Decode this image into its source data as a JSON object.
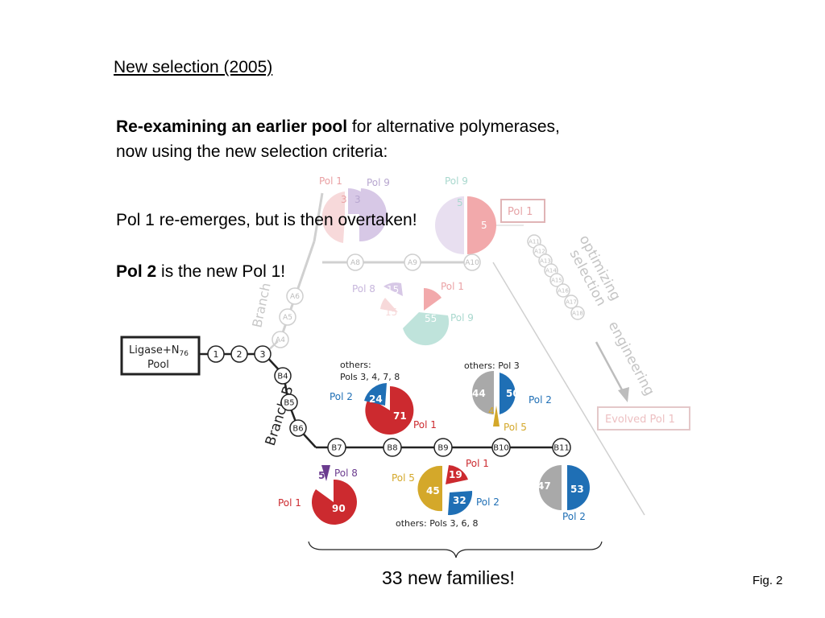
{
  "slide": {
    "title": "New selection (2005)",
    "intro_bold": "Re-examining an earlier pool",
    "intro_rest": " for alternative polymerases,",
    "intro_line2": "now using the new selection criteria:",
    "line1": "Pol 1 re-emerges, but is then overtaken!",
    "line2_bold": "Pol 2",
    "line2_rest": " is the new Pol 1!",
    "families": "33 new families!",
    "fig": "Fig. 2"
  },
  "diagram": {
    "pool_line1": "Ligase+N",
    "pool_sub": "76",
    "pool_line2": "Pool",
    "branch_a": "Branch",
    "branch_b": "Branch B",
    "optimizing": "optimizing",
    "selection": "selection",
    "engineering": "engineering",
    "pol1_box": "Pol 1",
    "evolved_box": "Evolved Pol 1",
    "trunk_nodes": [
      "1",
      "2",
      "3"
    ],
    "branch_b_nodes": [
      "B4",
      "B5",
      "B6"
    ],
    "bottom_nodes": [
      "B7",
      "B8",
      "B9",
      "B10",
      "B11"
    ],
    "branch_a_nodes": [
      "A4",
      "A5",
      "A6"
    ],
    "top_nodes": [
      "A8",
      "A9",
      "A10"
    ],
    "diag_nodes": [
      "A11",
      "A12",
      "A13",
      "A14",
      "A15",
      "A16",
      "A17",
      "A18"
    ],
    "pie_top1": {
      "pol1": "Pol 1",
      "pol9": "Pol 9",
      "v1": "3",
      "v2": "3"
    },
    "pie_top2": {
      "pol9": "Pol 9",
      "v1": "5",
      "v2": "5"
    },
    "pie_mid": {
      "pol8": "Pol 8",
      "pol1": "Pol 1",
      "pol9": "Pol 9",
      "v8": "15",
      "v1": "10",
      "v9": "55",
      "vx": "15"
    },
    "pie_b8": {
      "others": "others:",
      "others_list": "Pols 3, 4, 7, 8",
      "pol2": "Pol 2",
      "pol1": "Pol 1",
      "v2": "24",
      "v1": "71"
    },
    "pie_b10": {
      "others": "others: Pol 3",
      "pol2": "Pol 2",
      "pol5": "Pol 5",
      "v_others": "44",
      "v2": "50",
      "v5": "4"
    },
    "pie_b7": {
      "pol8": "Pol 8",
      "pol1": "Pol 1",
      "v8": "5",
      "v1": "90"
    },
    "pie_b9": {
      "pol1": "Pol 1",
      "pol5": "Pol 5",
      "pol2": "Pol 2",
      "v1": "19",
      "v5": "45",
      "v2": "32",
      "others": "others: Pols 3, 6, 8"
    },
    "pie_b11": {
      "pol2": "Pol 2",
      "v_others": "47",
      "v2": "53"
    }
  },
  "colors": {
    "pol1": "#cc2a2f",
    "pol2": "#1f6fb5",
    "pol5": "#d4a82a",
    "pol8": "#6b3c8f",
    "pol9": "#59b7a4",
    "others": "#a9a9a9",
    "faded_red": "#f2a9ab",
    "faded_purple": "#d7c8e6",
    "faded_teal": "#bfe3db",
    "faded_gray": "#c8c8c8"
  }
}
